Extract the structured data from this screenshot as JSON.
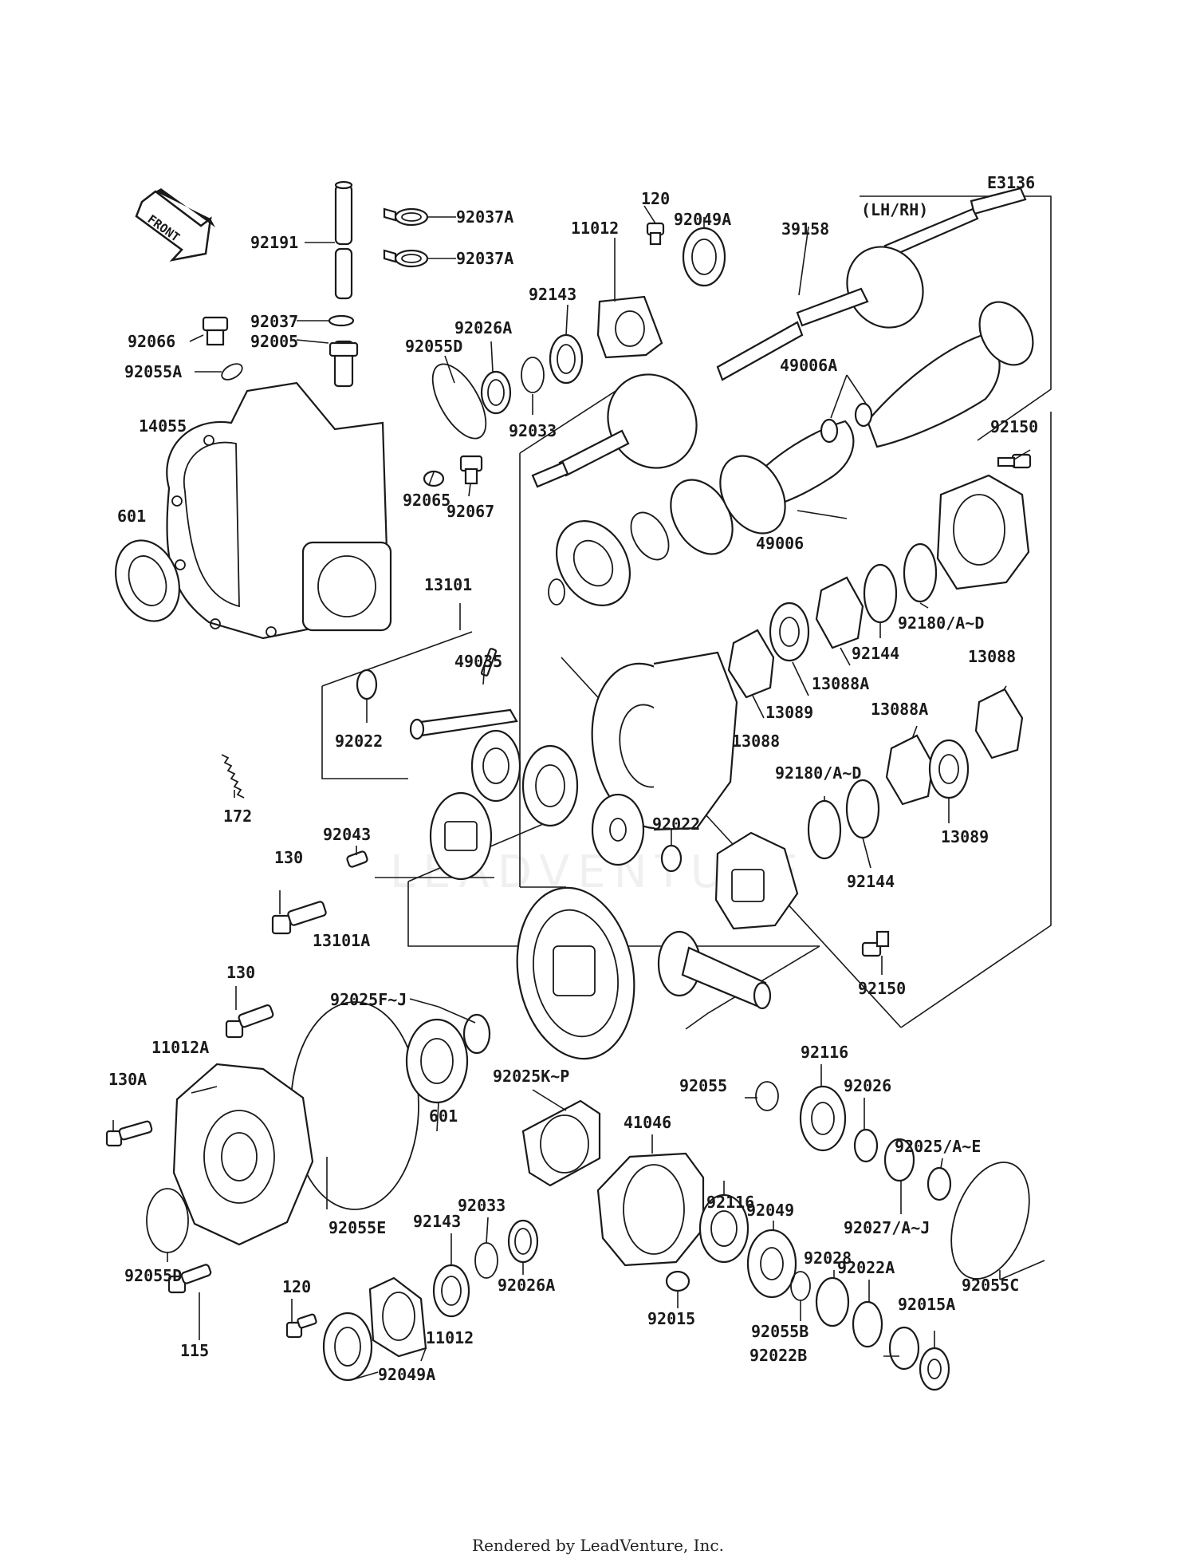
{
  "diagram_id": "E3136",
  "front_label": "FRONT",
  "side_label": "(LH/RH)",
  "watermark": "LEADVENTURE",
  "footer": "Rendered by LeadVenture, Inc.",
  "labels": [
    "92037A",
    "92037A",
    "92191",
    "92037",
    "92005",
    "92066",
    "92055A",
    "11012",
    "120",
    "92049A",
    "39158",
    "92143",
    "92026A",
    "92055D",
    "92033",
    "14055",
    "601",
    "92065",
    "92067",
    "49006A",
    "49006",
    "92150",
    "92180/A~D",
    "92144",
    "13088A",
    "13088",
    "13088",
    "13089",
    "13101",
    "49035",
    "92022",
    "172",
    "92043",
    "130",
    "92022",
    "13088A",
    "92180/A~D",
    "92144",
    "13089",
    "13101A",
    "92150",
    "130",
    "92025F~J",
    "11012A",
    "130A",
    "601",
    "92025K~P",
    "92055",
    "92116",
    "92026",
    "41046",
    "92116",
    "92049",
    "92025/A~E",
    "92027/A~J",
    "92028",
    "92022A",
    "92033",
    "92143",
    "92026A",
    "92055E",
    "92055D",
    "120",
    "115",
    "11012",
    "92049A",
    "92015",
    "92055B",
    "92015A",
    "92022B",
    "92055C"
  ]
}
